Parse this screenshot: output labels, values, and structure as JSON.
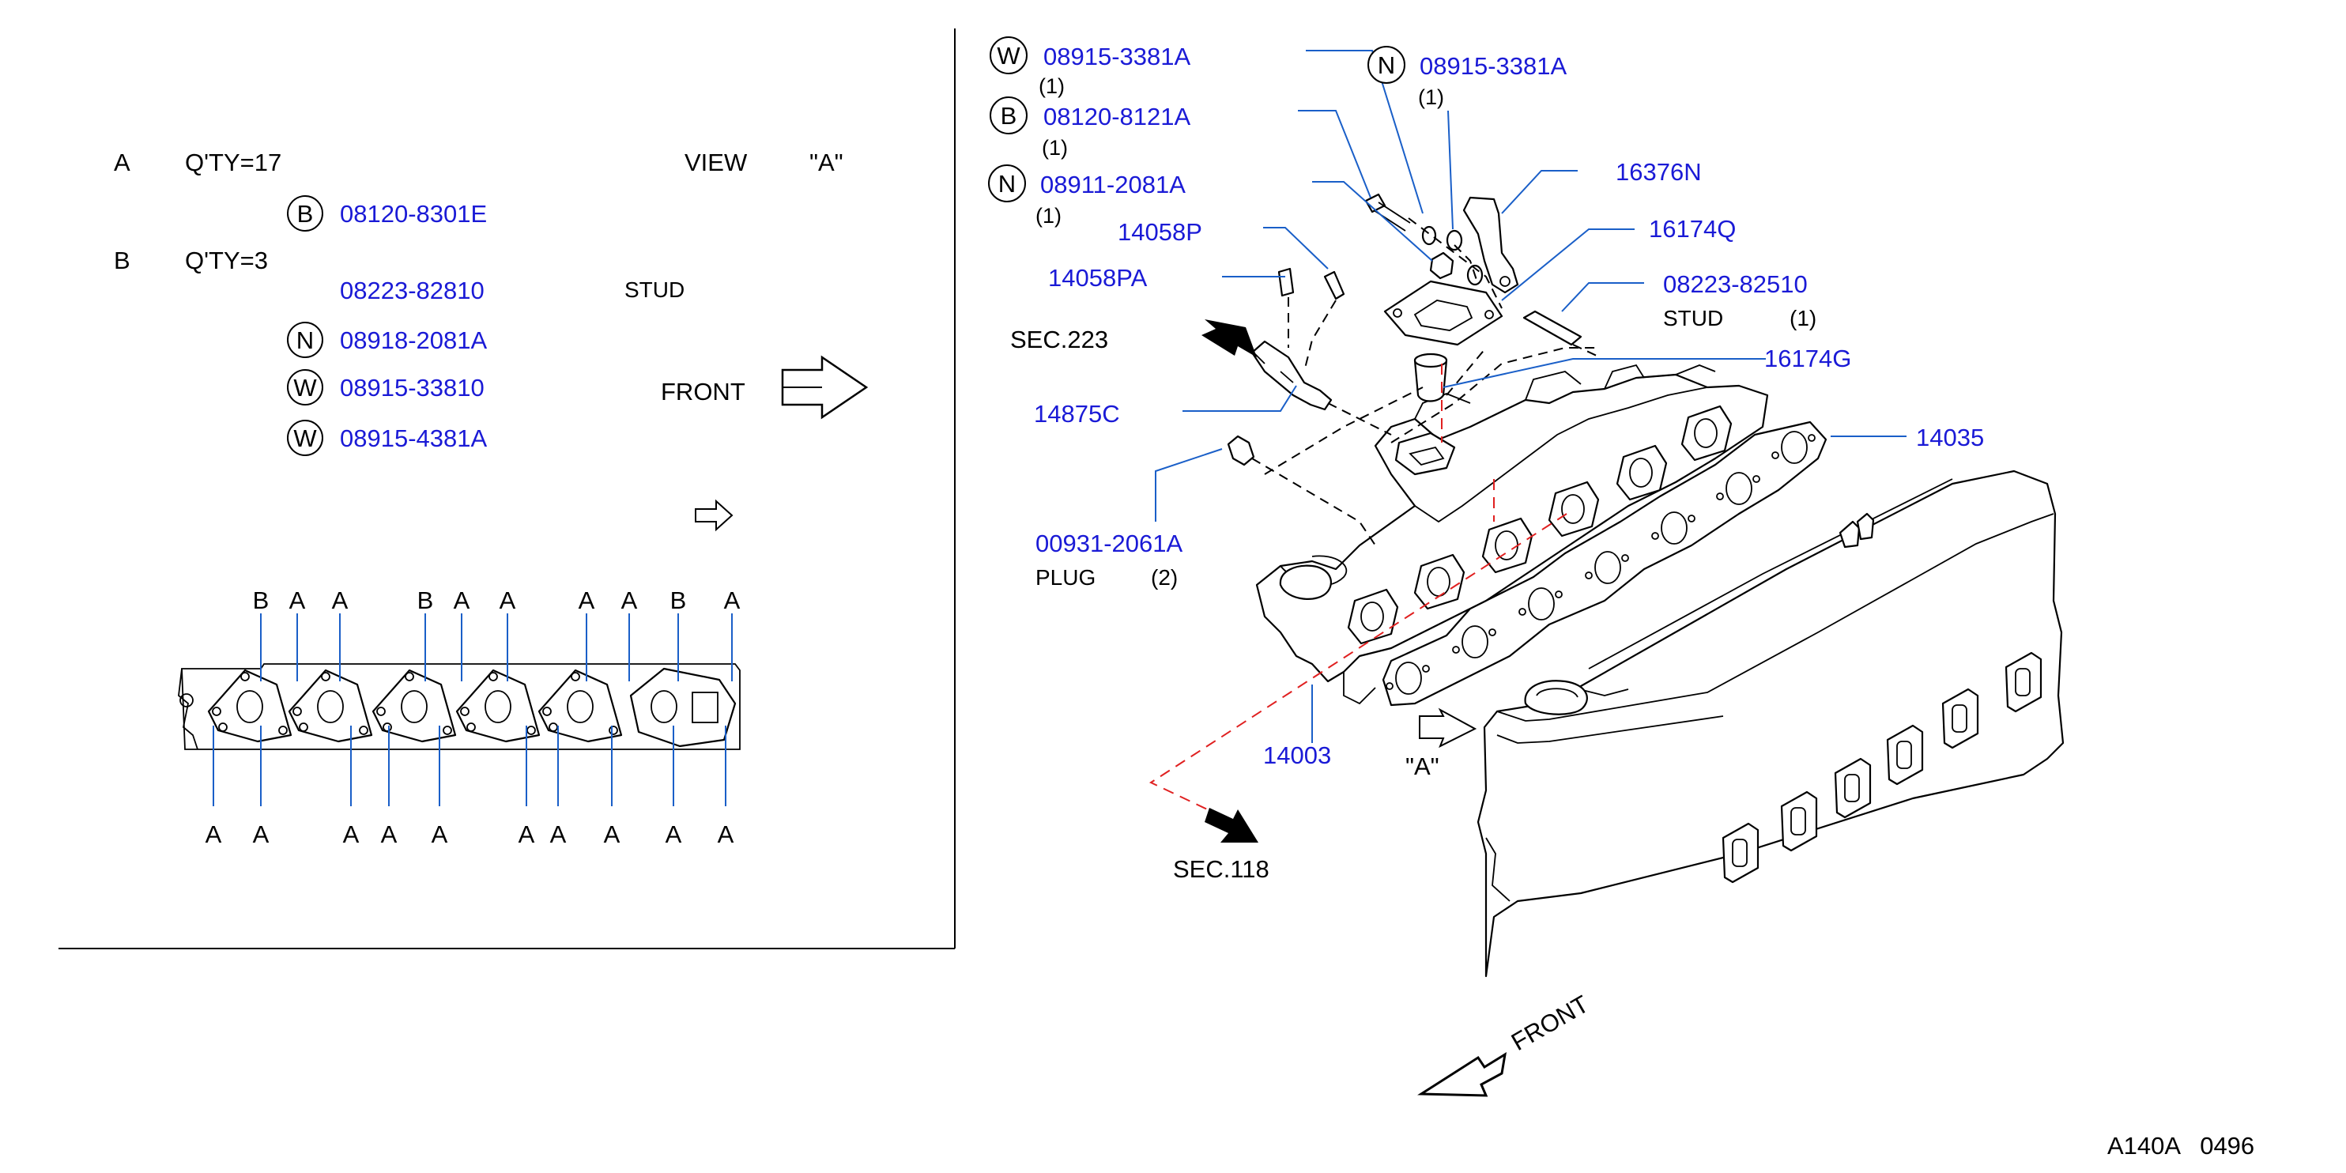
{
  "legend": {
    "row_a": {
      "letter": "A",
      "qty": "Q'TY=17",
      "badge": "B",
      "part": "08120-8301E"
    },
    "row_b": {
      "letter": "B",
      "qty": "Q'TY=3",
      "items": [
        {
          "badge": "",
          "part": "08223-82810",
          "note": "STUD"
        },
        {
          "badge": "N",
          "part": "08918-2081A",
          "note": ""
        },
        {
          "badge": "W",
          "part": "08915-33810",
          "note": ""
        },
        {
          "badge": "W",
          "part": "08915-4381A",
          "note": ""
        }
      ]
    },
    "view_label": "VIEW",
    "view_name": "\"A\"",
    "front_label": "FRONT"
  },
  "gasket_view": {
    "top_letters": [
      "B",
      "A",
      "A",
      "B",
      "A",
      "A",
      "A",
      "A",
      "B",
      "A"
    ],
    "bottom_letters": [
      "A",
      "A",
      "A",
      "A",
      "A",
      "A",
      "A",
      "A",
      "A",
      "A"
    ]
  },
  "callouts": {
    "w_top": {
      "badge": "W",
      "part": "08915-3381A",
      "qty": "(1)"
    },
    "b_top": {
      "badge": "B",
      "part": "08120-8121A",
      "qty": "(1)"
    },
    "n_mid": {
      "badge": "N",
      "part": "08911-2081A",
      "qty": "(1)"
    },
    "n_top": {
      "badge": "N",
      "part": "08915-3381A",
      "qty": "(1)"
    },
    "p16376n": "16376N",
    "p16174q": "16174Q",
    "p14058p": "14058P",
    "p14058pa": "14058PA",
    "stud_part": "08223-82510",
    "stud_label": "STUD",
    "stud_qty": "(1)",
    "sec223": "SEC.223",
    "p16174g": "16174G",
    "p14875c": "14875C",
    "p14035": "14035",
    "plug_part": "00931-2061A",
    "plug_label": "PLUG",
    "plug_qty": "(2)",
    "p14003": "14003",
    "view_a": "\"A\"",
    "sec118": "SEC.118",
    "front": "FRONT"
  },
  "footer_code": "A140A   0496"
}
